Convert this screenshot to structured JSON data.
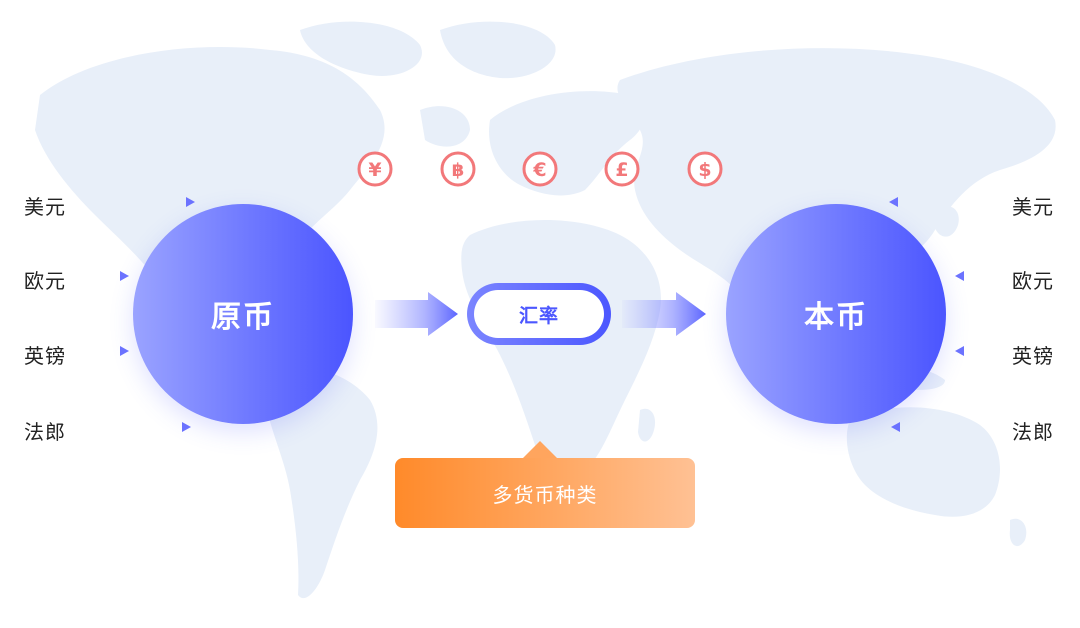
{
  "left_currencies": [
    "美元",
    "欧元",
    "英镑",
    "法郎"
  ],
  "right_currencies": [
    "美元",
    "欧元",
    "英镑",
    "法郎"
  ],
  "source_currency": "原币",
  "target_currency": "本币",
  "exchange_rate": "汇率",
  "callout": "多货币种类",
  "currency_symbols": [
    {
      "icon": "yen-icon",
      "glyph": "¥"
    },
    {
      "icon": "baht-icon",
      "glyph": "฿"
    },
    {
      "icon": "euro-icon",
      "glyph": "€"
    },
    {
      "icon": "pound-icon",
      "glyph": "£"
    },
    {
      "icon": "dollar-icon",
      "glyph": "$"
    }
  ],
  "colors": {
    "circle_start": "#9aa3ff",
    "circle_end": "#4b55ff",
    "arrow": "#6c73ff",
    "coin": "#f2787a",
    "callout_start": "#ff8a2a",
    "callout_end": "#ffc194",
    "map": "#e6eefa"
  }
}
